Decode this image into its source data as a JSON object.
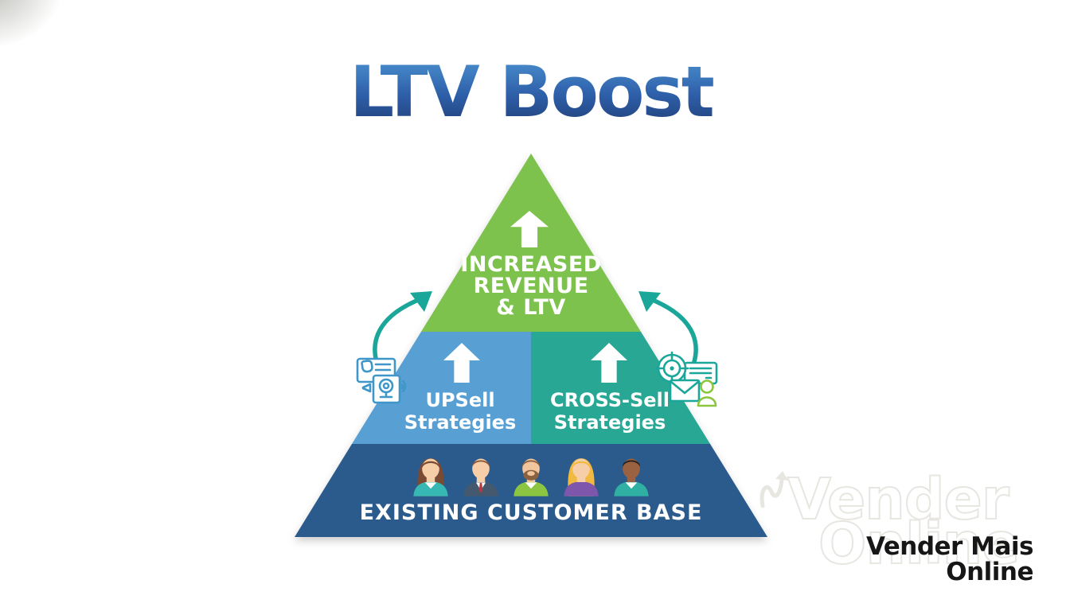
{
  "title": "LTV Boost",
  "pyramid": {
    "top": {
      "lines": [
        "INCREASED",
        "REVENUE",
        "& LTV"
      ]
    },
    "middle_left": {
      "lines": [
        "UPSell",
        "Strategies"
      ]
    },
    "middle_right": {
      "lines": [
        "CROSS-Sell",
        "Strategies"
      ]
    },
    "bottom": {
      "label": "EXISTING CUSTOMER BASE"
    }
  },
  "watermark": {
    "line1": "Vender",
    "line2": "Online"
  },
  "brand": {
    "line1": "Vender Mais",
    "line2": "Online"
  },
  "colors": {
    "green": "#7cc24c",
    "blue": "#589fd4",
    "teal": "#27a794",
    "dark_blue": "#2b5a8c",
    "curve": "#1ba69a",
    "icon_blue": "#3e97c8",
    "icon_green": "#8cc63f",
    "title_top": "#4f98d5",
    "title_bottom": "#203a6e",
    "wm": "#e8e6e1"
  },
  "icons": {
    "center": [
      "up-arrow-icon",
      "up-arrow-icon",
      "up-arrow-icon"
    ],
    "sides": [
      "curved-arrow-icon",
      "curved-arrow-icon"
    ],
    "left_cluster": [
      "profile-card-icon",
      "webcam-icon",
      "megaphone-icon",
      "sound-wave-icon"
    ],
    "right_cluster": [
      "target-icon",
      "chat-card-icon",
      "envelope-icon",
      "person-icon"
    ],
    "watermark": [
      "swoosh-arrow-logo-icon"
    ]
  },
  "avatars": [
    {
      "type": "woman-long",
      "hair": "#7a4a32",
      "skin": "#f6cfa9",
      "shirt": "#38b8b4",
      "collar": "v-white"
    },
    {
      "type": "man-suit",
      "hair": "#8a5a3a",
      "skin": "#f6cfa9",
      "shirt": "#45596e",
      "collar": "suit"
    },
    {
      "type": "man-beard",
      "hair": "#8a6240",
      "skin": "#f3c59c",
      "shirt": "#8bc542",
      "collar": "v-white"
    },
    {
      "type": "woman-long",
      "hair": "#f2b93f",
      "skin": "#f6cfa9",
      "shirt": "#7e57ad",
      "collar": "none"
    },
    {
      "type": "man-short",
      "hair": "#2a211c",
      "skin": "#9a6240",
      "shirt": "#2fb0a3",
      "collar": "v-white"
    }
  ]
}
